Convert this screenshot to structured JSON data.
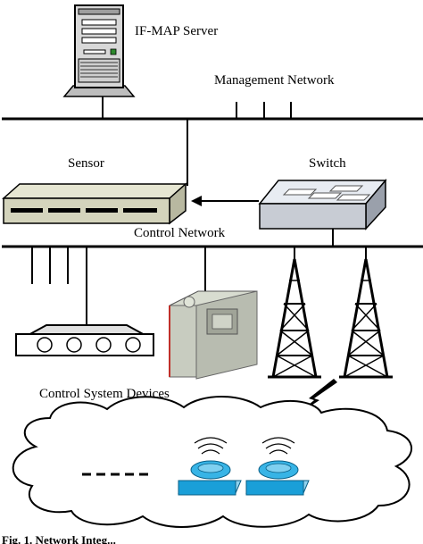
{
  "labels": {
    "ifmap_server": "IF-MAP Server",
    "management_network": "Management Network",
    "sensor": "Sensor",
    "switch": "Switch",
    "control_network": "Control Network",
    "control_system_devices": "Control System Devices",
    "figure_caption": "Fig. 1. Network Integ..."
  },
  "colors": {
    "line": "#000000",
    "server_gray": "#d8d8d8",
    "sensor_body": "#d4d4bc",
    "switch_body": "#c8ccd4",
    "cloud_fill": "#ffffff",
    "wireless_device": "#1a9fd8",
    "lightning": "#000000"
  }
}
